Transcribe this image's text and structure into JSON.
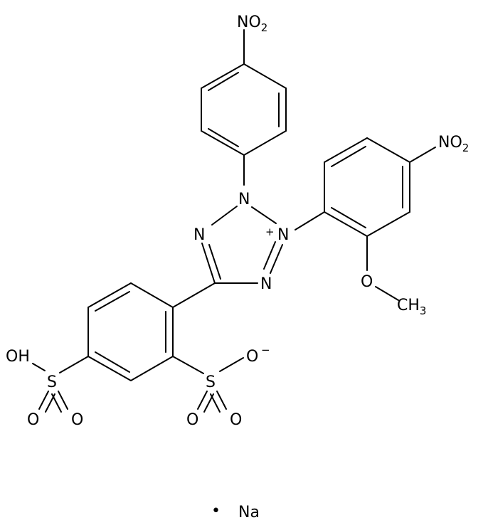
{
  "molecule": {
    "labels": {
      "no2_top": {
        "main": "NO",
        "sub": "2"
      },
      "no2_right": {
        "main": "NO",
        "sub": "2"
      },
      "n2": "N",
      "n3": "N",
      "n3_charge": "+",
      "n1": "N",
      "n4": "N",
      "o_methoxy": "O",
      "ch3": {
        "main": "CH",
        "sub": "3"
      },
      "oh": "OH",
      "s_left": "S",
      "o_left_a": "O",
      "o_left_b": "O",
      "s_right": "S",
      "o_minus": "O",
      "o_minus_charge": "−",
      "o_right_a": "O",
      "o_right_b": "O"
    },
    "counterion": {
      "bullet": "•",
      "label": "Na"
    }
  }
}
